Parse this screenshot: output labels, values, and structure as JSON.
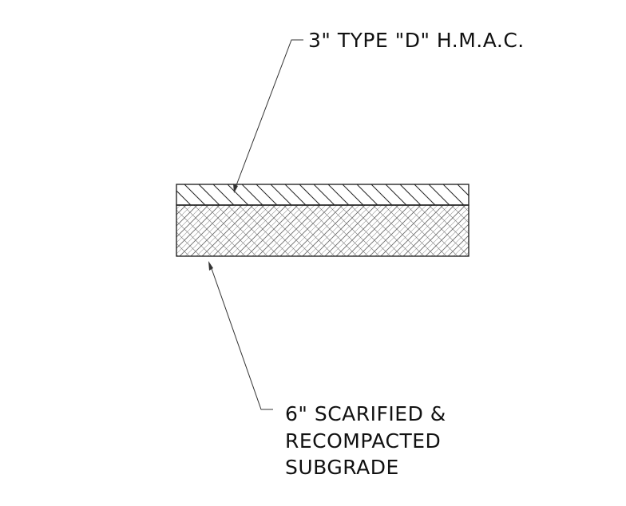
{
  "colors": {
    "ink": "#111111",
    "background": "#ffffff"
  },
  "labels": {
    "top_layer": "3\" TYPE \"D\" H.M.A.C.",
    "bottom_layer_lines": [
      "6\" SCARIFIED &",
      "RECOMPACTED",
      "SUBGRADE"
    ]
  }
}
